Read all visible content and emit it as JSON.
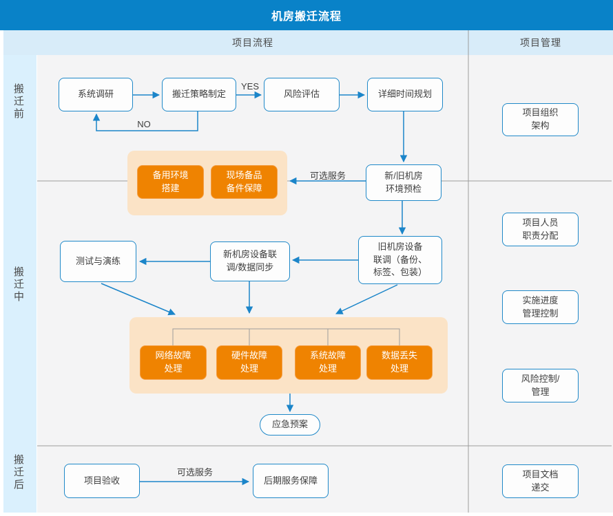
{
  "title": "机房搬迁流程",
  "columns": {
    "process": "项目流程",
    "management": "项目管理"
  },
  "phases": [
    {
      "label": "搬迁前"
    },
    {
      "label": "搬迁中"
    },
    {
      "label": "搬迁后"
    }
  ],
  "edge_labels": {
    "yes": "YES",
    "no": "NO",
    "optional_top": "可选服务",
    "optional_bottom": "可选服务"
  },
  "nodes": {
    "survey": "系统调研",
    "strategy": "搬迁策略制定",
    "risk_assess": "风险评估",
    "schedule": "详细时间规划",
    "precheck": "新/旧机房\n环境预检",
    "backup_env": "备用环境\n搭建",
    "spare_parts": "现场备品\n备件保障",
    "old_room": "旧机房设备\n联调（备份、\n标签、包装）",
    "new_room": "新机房设备联\n调/数据同步",
    "test_drill": "测试与演练",
    "network_fault": "网络故障\n处理",
    "hardware_fault": "硬件故障\n处理",
    "system_fault": "系统故障\n处理",
    "data_loss": "数据丢失\n处理",
    "emergency": "应急预案",
    "acceptance": "项目验收",
    "post_service": "后期服务保障"
  },
  "management_nodes": {
    "org": "项目组织\n架构",
    "staff": "项目人员\n职责分配",
    "progress": "实施进度\n管理控制",
    "risk_control": "风险控制/\n管理",
    "docs": "项目文档\n递交"
  },
  "edges": [
    {
      "from": "系统调研",
      "to": "搬迁策略制定",
      "label": ""
    },
    {
      "from": "搬迁策略制定",
      "to": "风险评估",
      "label": "YES"
    },
    {
      "from": "搬迁策略制定",
      "to": "系统调研",
      "label": "NO"
    },
    {
      "from": "风险评估",
      "to": "详细时间规划",
      "label": ""
    },
    {
      "from": "详细时间规划",
      "to": "新/旧机房环境预检",
      "label": ""
    },
    {
      "from": "新/旧机房环境预检",
      "to": "备用环境搭建/现场备品备件保障",
      "label": "可选服务"
    },
    {
      "from": "新/旧机房环境预检",
      "to": "旧机房设备联调（备份、标签、包装）",
      "label": ""
    },
    {
      "from": "旧机房设备联调（备份、标签、包装）",
      "to": "新机房设备联调/数据同步",
      "label": ""
    },
    {
      "from": "新机房设备联调/数据同步",
      "to": "测试与演练",
      "label": ""
    },
    {
      "from": "测试与演练",
      "to": "故障处理组",
      "label": ""
    },
    {
      "from": "新机房设备联调/数据同步",
      "to": "故障处理组",
      "label": ""
    },
    {
      "from": "旧机房设备联调（备份、标签、包装）",
      "to": "故障处理组",
      "label": ""
    },
    {
      "from": "故障处理组",
      "to": "应急预案",
      "label": ""
    },
    {
      "from": "项目验收",
      "to": "后期服务保障",
      "label": "可选服务"
    }
  ],
  "colors": {
    "header_blue": "#0982c8",
    "strip_blue": "#d8ecf9",
    "sidebar_blue": "#daf0fd",
    "panel_gray": "#f4f4f5",
    "node_border_blue": "#1e88c8",
    "arrow_blue": "#1b85c9",
    "orange_fill": "#ef8301",
    "peach_fill": "#fbe3c6",
    "line_gray": "#9c9c9c",
    "text_dark": "#3e3e3e"
  }
}
